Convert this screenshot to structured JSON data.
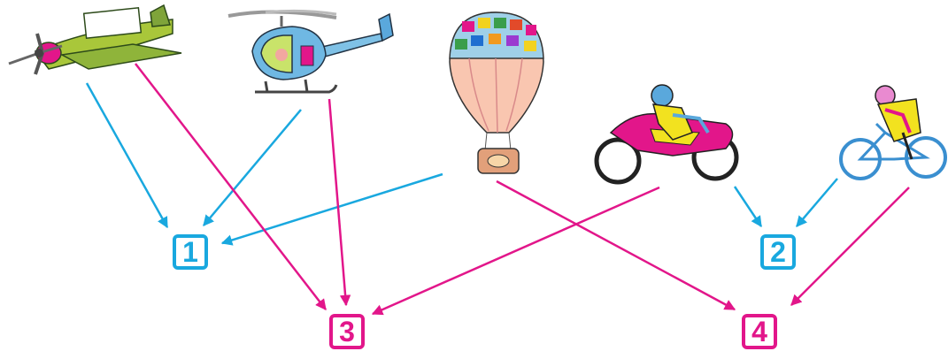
{
  "colors": {
    "blue": "#19a8df",
    "pink": "#e2168a"
  },
  "icons": [
    "airplane-icon",
    "helicopter-icon",
    "hot-air-balloon-icon",
    "motorcycle-icon",
    "bicycle-icon"
  ],
  "groups": [
    {
      "key": "g1",
      "label": "1",
      "color": "blue"
    },
    {
      "key": "g2",
      "label": "2",
      "color": "blue"
    },
    {
      "key": "g3",
      "label": "3",
      "color": "pink"
    },
    {
      "key": "g4",
      "label": "4",
      "color": "pink"
    }
  ],
  "connections": [
    {
      "from": "airplane-icon",
      "to": "1",
      "color": "blue"
    },
    {
      "from": "helicopter-icon",
      "to": "1",
      "color": "blue"
    },
    {
      "from": "hot-air-balloon-icon",
      "to": "1",
      "color": "blue"
    },
    {
      "from": "motorcycle-icon",
      "to": "2",
      "color": "blue"
    },
    {
      "from": "bicycle-icon",
      "to": "2",
      "color": "blue"
    },
    {
      "from": "airplane-icon",
      "to": "3",
      "color": "pink"
    },
    {
      "from": "helicopter-icon",
      "to": "3",
      "color": "pink"
    },
    {
      "from": "motorcycle-icon",
      "to": "3",
      "color": "pink"
    },
    {
      "from": "hot-air-balloon-icon",
      "to": "4",
      "color": "pink"
    },
    {
      "from": "bicycle-icon",
      "to": "4",
      "color": "pink"
    }
  ]
}
